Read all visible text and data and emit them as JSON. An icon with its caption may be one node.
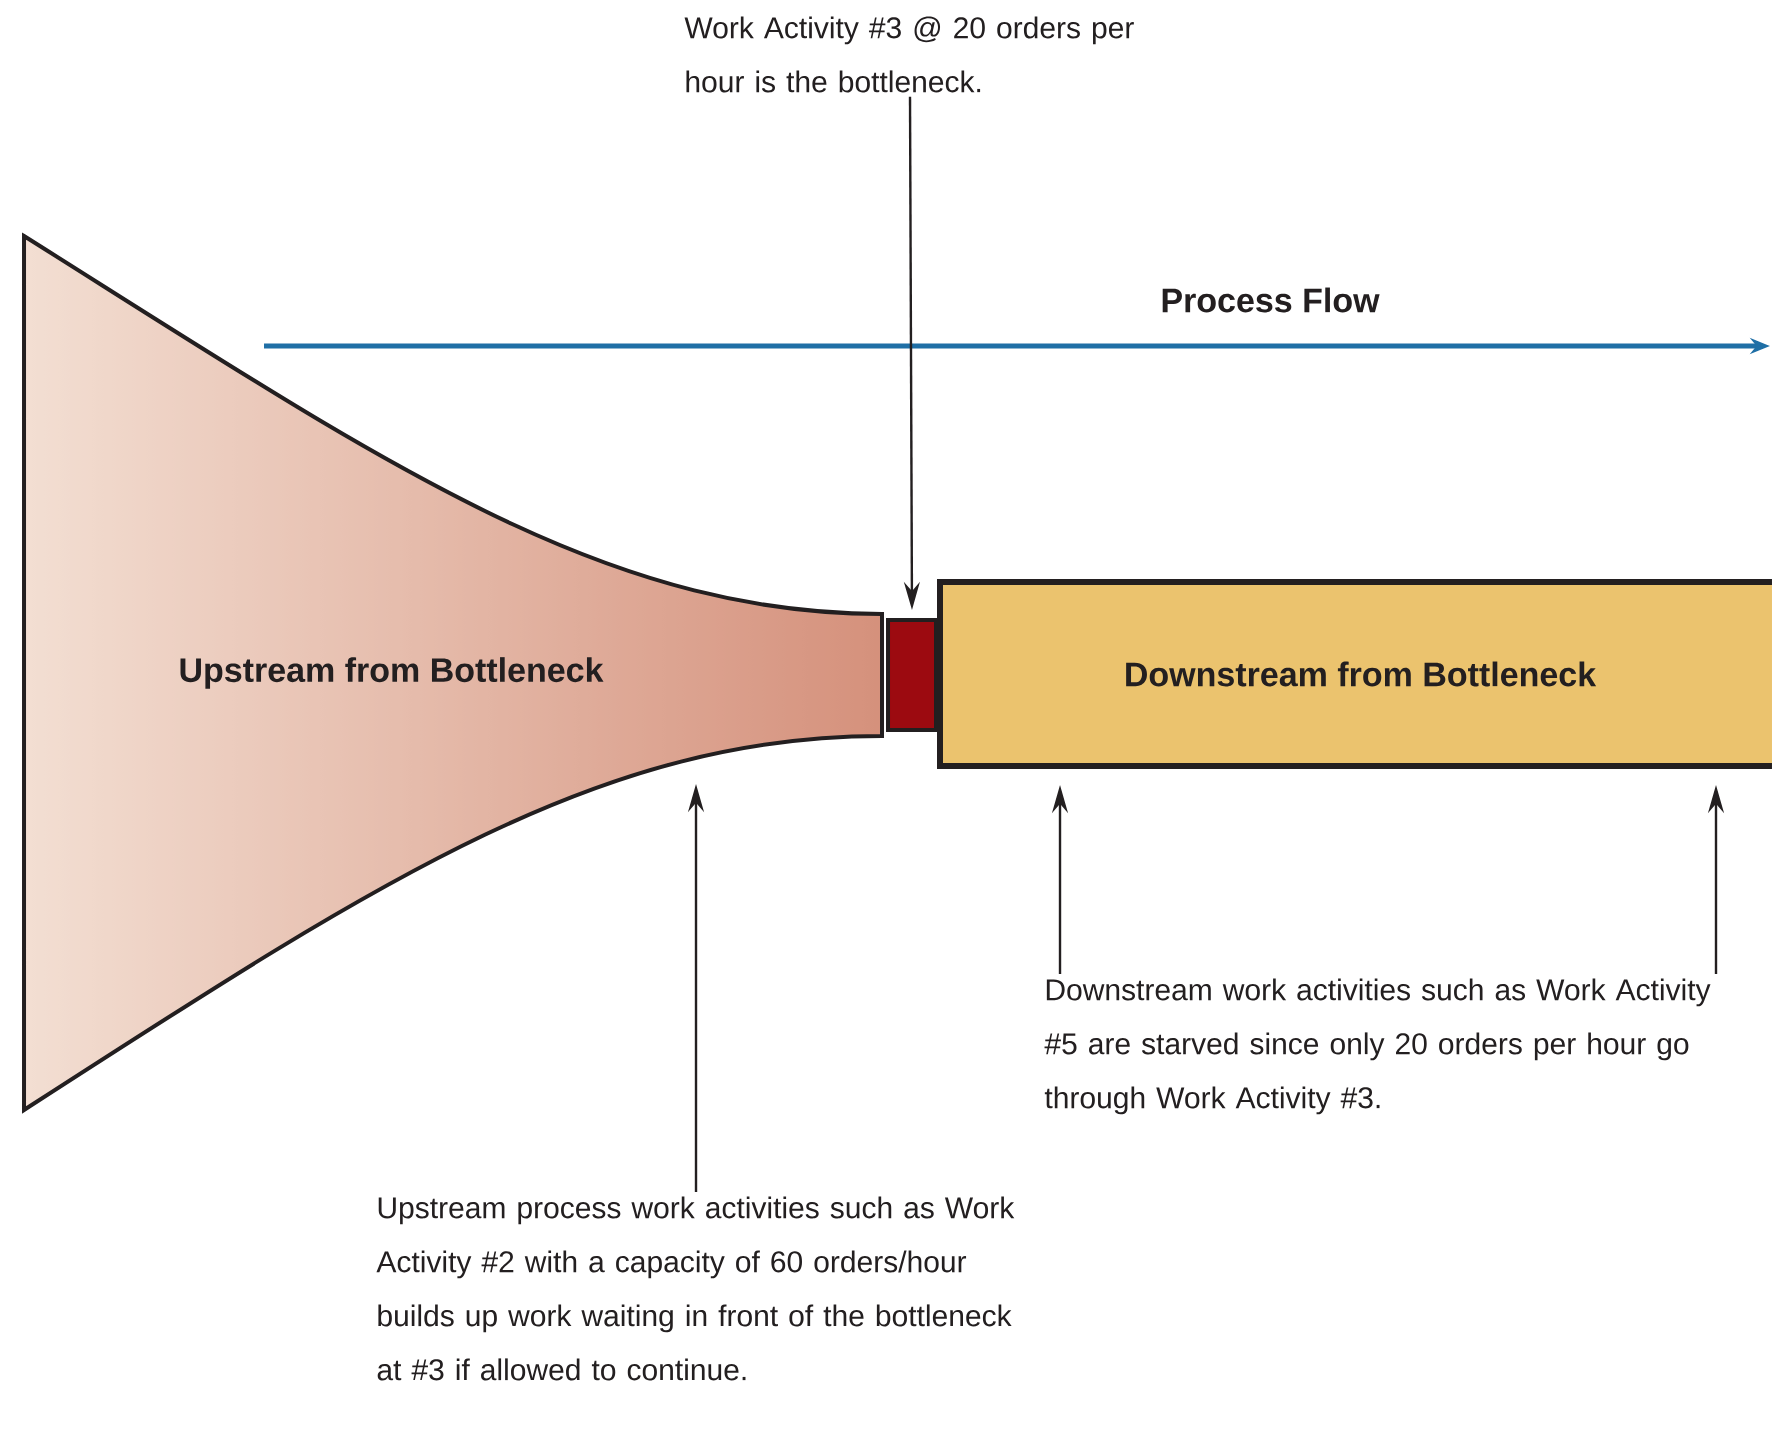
{
  "diagram": {
    "nodes": [
      {
        "text": [
          "Upstream from Bottleneck"
        ]
      },
      {
        "text": [],
        "shape": "box"
      },
      {
        "text": [
          "Downstream from Bottleneck"
        ]
      },
      {
        "text": [
          "Work Activity #3 @ 20 orders per hour is the bottleneck."
        ]
      },
      {
        "text": [
          "Upstream process work activities such as Work Activity #2 with a capacity of 60 orders/hour builds up work waiting in front of the bottleneck at #3 if allowed to continue."
        ]
      },
      {
        "text": [
          "Downstream work activities such as Work Activity #5 are starved since only 20 orders per hour go through Work Activity #3."
        ]
      }
    ],
    "edges": [
      {
        "from": 3,
        "to": 1,
        "arrow": "to"
      },
      {
        "from": 4,
        "to": 0,
        "arrow": "to"
      },
      {
        "from": 5,
        "to": 2,
        "arrow": "to"
      },
      {
        "from": 5,
        "to": 2,
        "arrow": "to"
      }
    ],
    "labels": [
      "Process Flow"
    ]
  }
}
